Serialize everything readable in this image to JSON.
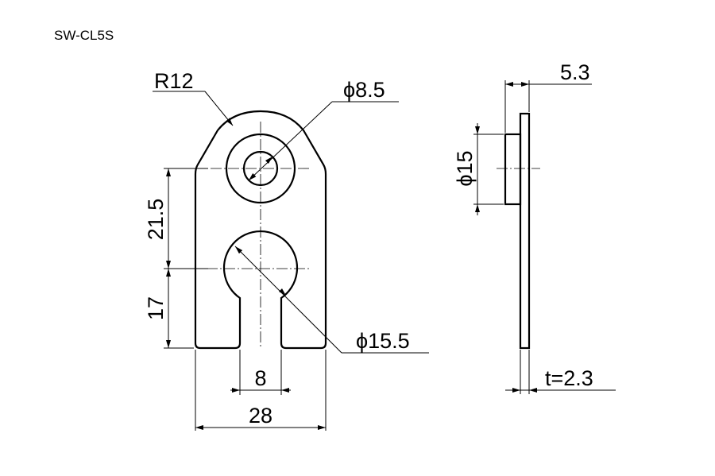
{
  "drawing": {
    "part_number": "SW-CL5S",
    "front_view": {
      "radius_label": "R12",
      "small_hole_label": "ϕ8.5",
      "large_hole_label": "ϕ15.5",
      "upper_pitch_label": "21.5",
      "lower_pitch_label": "17",
      "slot_width_label": "8",
      "overall_width_label": "28"
    },
    "side_view": {
      "boss_height_label": "5.3",
      "boss_diameter_label": "ϕ15",
      "thickness_label": "t=2.3"
    }
  }
}
